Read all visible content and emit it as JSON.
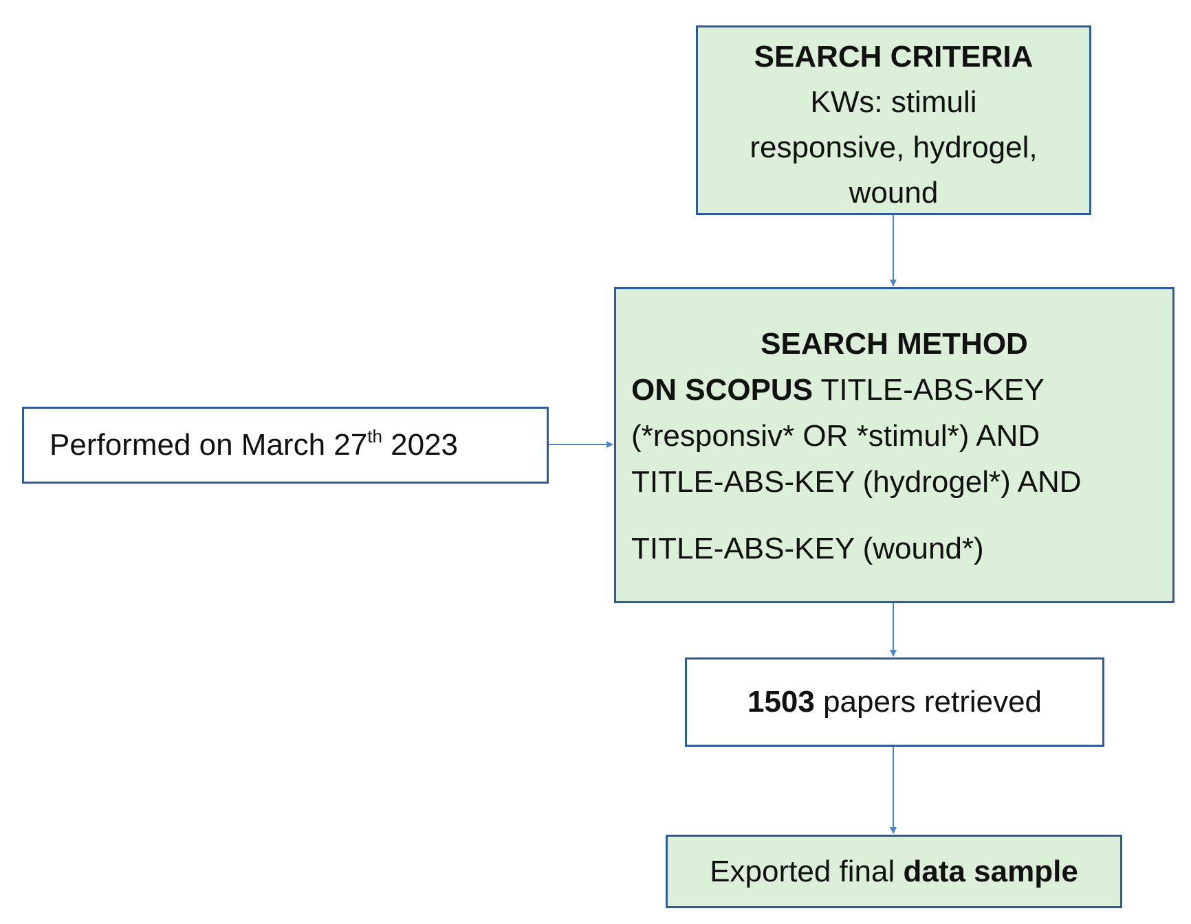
{
  "search_criteria": {
    "title": "SEARCH CRITERIA",
    "line1": "KWs: stimuli",
    "line2": "responsive, hydrogel,",
    "line3": "wound"
  },
  "search_method": {
    "title": "SEARCH METHOD",
    "line1_bold": "ON SCOPUS",
    "line1_rest": " TITLE-ABS-KEY",
    "line2": "(*responsiv* OR *stimul*) AND",
    "line3": "TITLE-ABS-KEY (hydrogel*) AND",
    "line4": "TITLE-ABS-KEY (wound*)"
  },
  "performed": {
    "prefix": "Performed on March 27",
    "suffix_sup": "th",
    "year": " 2023"
  },
  "retrieved": {
    "count": "1503",
    "text": " papers retrieved"
  },
  "exported": {
    "prefix": "Exported final ",
    "bold": "data sample"
  },
  "colors": {
    "box_border": "#2e5c9a",
    "green_fill": "#dcefd8",
    "arrow": "#4a86c8"
  }
}
